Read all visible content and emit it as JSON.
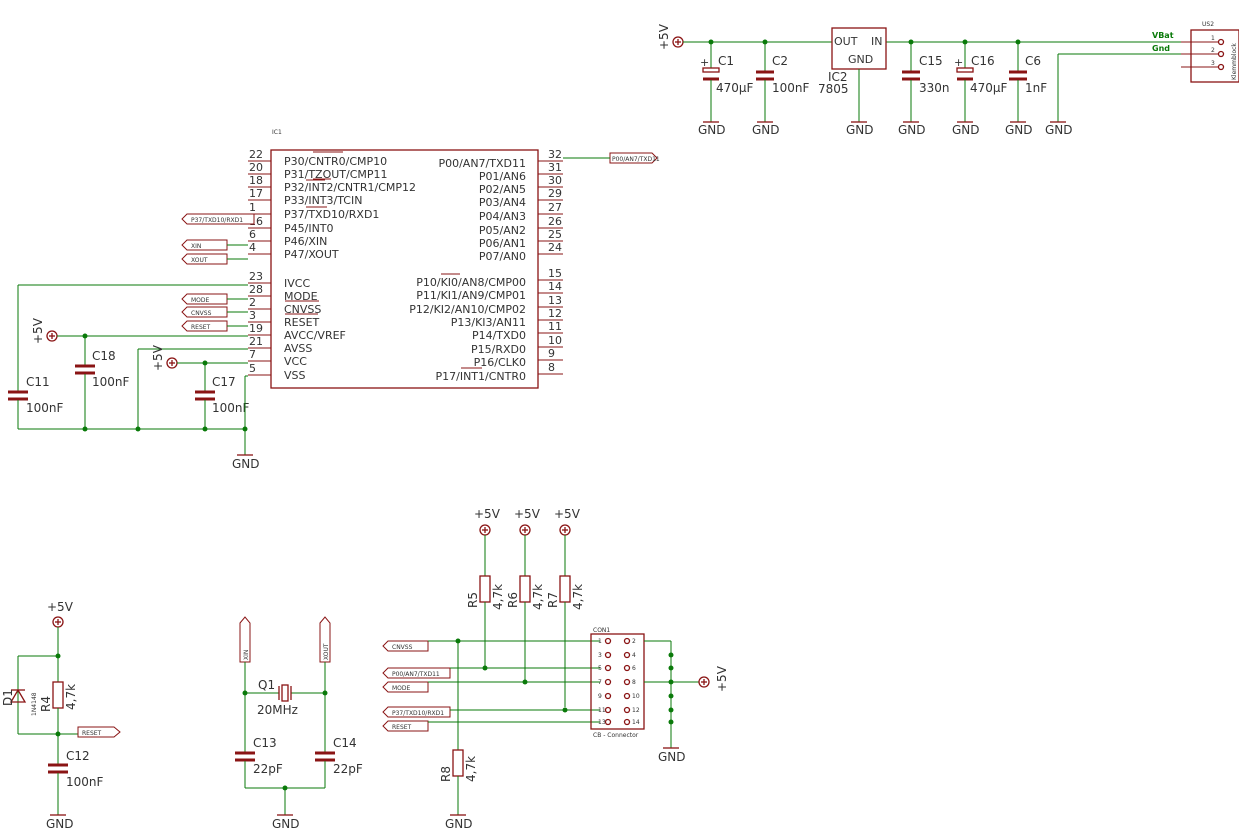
{
  "power": {
    "vcc": "+5V",
    "gnd": "GND"
  },
  "ic1": {
    "name": "IC1",
    "left_pins": [
      {
        "num": "22",
        "name": "P30/CNTR0/CMP10"
      },
      {
        "num": "20",
        "name": "P31/TZOUT/CMP11"
      },
      {
        "num": "18",
        "name": "P32/INT2/CNTR1/CMP12"
      },
      {
        "num": "17",
        "name": "P33/INT3/TCIN"
      },
      {
        "num": "1",
        "name": "P37/TXD10/RXD1"
      },
      {
        "num": "16",
        "name": "P45/INT0"
      },
      {
        "num": "6",
        "name": "P46/XIN"
      },
      {
        "num": "4",
        "name": "P47/XOUT"
      },
      {
        "num": "23",
        "name": "IVCC"
      },
      {
        "num": "28",
        "name": "MODE"
      },
      {
        "num": "2",
        "name": "CNVSS"
      },
      {
        "num": "3",
        "name": "RESET"
      },
      {
        "num": "19",
        "name": "AVCC/VREF"
      },
      {
        "num": "21",
        "name": "AVSS"
      },
      {
        "num": "7",
        "name": "VCC"
      },
      {
        "num": "5",
        "name": "VSS"
      }
    ],
    "right_pins": [
      {
        "num": "32",
        "name": "P00/AN7/TXD11"
      },
      {
        "num": "31",
        "name": "P01/AN6"
      },
      {
        "num": "30",
        "name": "P02/AN5"
      },
      {
        "num": "29",
        "name": "P03/AN4"
      },
      {
        "num": "27",
        "name": "P04/AN3"
      },
      {
        "num": "26",
        "name": "P05/AN2"
      },
      {
        "num": "25",
        "name": "P06/AN1"
      },
      {
        "num": "24",
        "name": "P07/AN0"
      },
      {
        "num": "15",
        "name": "P10/KI0/AN8/CMP00"
      },
      {
        "num": "14",
        "name": "P11/KI1/AN9/CMP01"
      },
      {
        "num": "13",
        "name": "P12/KI2/AN10/CMP02"
      },
      {
        "num": "12",
        "name": "P13/KI3/AN11"
      },
      {
        "num": "11",
        "name": "P14/TXD0"
      },
      {
        "num": "10",
        "name": "P15/RXD0"
      },
      {
        "num": "9",
        "name": "P16/CLK0"
      },
      {
        "num": "8",
        "name": "P17/INT1/CNTR0"
      }
    ]
  },
  "net_labels": {
    "p00": "P00/AN7/TXD11",
    "p37": "P37/TXD10/RXD1",
    "xin": "XIN",
    "xout": "XOUT",
    "mode": "MODE",
    "cnvss": "CNVSS",
    "reset": "RESET"
  },
  "regulator": {
    "name": "IC2",
    "value": "7805",
    "out": "OUT",
    "in": "IN",
    "gnd": "GND"
  },
  "connector": {
    "name": "US2",
    "value": "Klemmblock",
    "pins": [
      "1",
      "2",
      "3"
    ],
    "vbat": "VBat",
    "gnd_net": "Gnd"
  },
  "prog_header": {
    "name": "CON1",
    "value": "CB - Connector",
    "left_pins": [
      "1",
      "3",
      "5",
      "7",
      "9",
      "11",
      "13"
    ],
    "right_pins": [
      "2",
      "4",
      "6",
      "8",
      "10",
      "12",
      "14"
    ]
  },
  "components": {
    "c1": {
      "name": "C1",
      "value": "470µF"
    },
    "c2": {
      "name": "C2",
      "value": "100nF"
    },
    "c15": {
      "name": "C15",
      "value": "330n"
    },
    "c16": {
      "name": "C16",
      "value": "470µF"
    },
    "c6": {
      "name": "C6",
      "value": "1nF"
    },
    "c11": {
      "name": "C11",
      "value": "100nF"
    },
    "c18": {
      "name": "C18",
      "value": "100nF"
    },
    "c17": {
      "name": "C17",
      "value": "100nF"
    },
    "c12": {
      "name": "C12",
      "value": "100nF"
    },
    "c13": {
      "name": "C13",
      "value": "22pF"
    },
    "c14": {
      "name": "C14",
      "value": "22pF"
    },
    "q1": {
      "name": "Q1",
      "value": "20MHz"
    },
    "d1": {
      "name": "D1",
      "value": "1N4148"
    },
    "r4": {
      "name": "R4",
      "value": "4,7k"
    },
    "r5": {
      "name": "R5",
      "value": "4,7k"
    },
    "r6": {
      "name": "R6",
      "value": "4,7k"
    },
    "r7": {
      "name": "R7",
      "value": "4,7k"
    },
    "r8": {
      "name": "R8",
      "value": "4,7k"
    }
  }
}
